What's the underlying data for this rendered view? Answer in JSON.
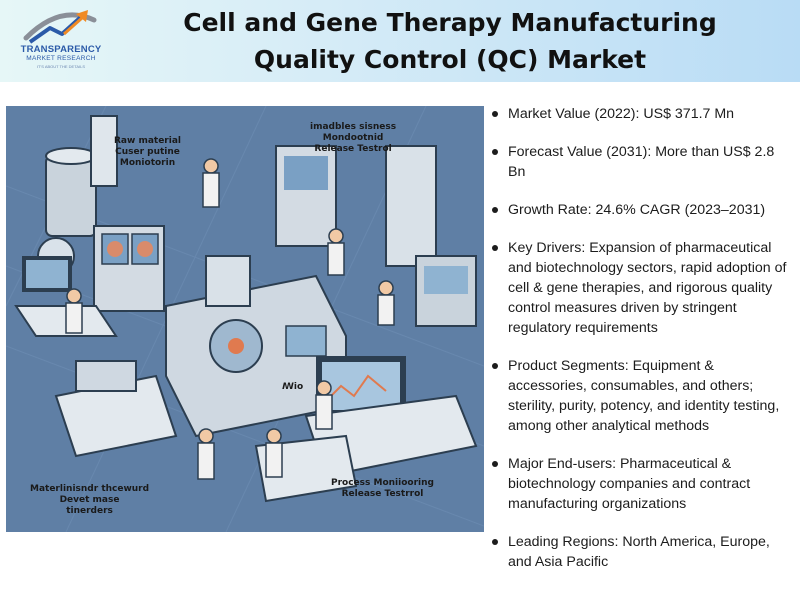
{
  "header": {
    "title": "Cell and Gene Therapy Manufacturing Quality Control (QC) Market",
    "logo": {
      "line1": "TRANSPARENCY",
      "line2": "MARKET RESEARCH",
      "line3": "IT'S ABOUT THE DETAILS",
      "icon": "growth-arrow-logo",
      "colors": {
        "blue": "#2b5aa8",
        "orange": "#f08a24",
        "gray": "#8a8f98"
      }
    }
  },
  "illustration": {
    "background": "#5f7fa5",
    "labels": {
      "raw_material": "Raw material\nCuser putine\nMoniotorin",
      "release": "imadbles sisness\nMondootnid\nRelease Testrol",
      "process": "Process Moniiooring\nRelease Testrrol",
      "material": "Materlinisndr thcewurd\nDevet mase\ntinerders",
      "icon_label": "ꟿio"
    }
  },
  "bullets": [
    "Market Value (2022): US$ 371.7 Mn",
    "Forecast Value (2031): More than US$ 2.8 Bn",
    "Growth Rate: 24.6% CAGR (2023–2031)",
    "Key Drivers: Expansion of pharmaceutical and biotechnology sectors, rapid adoption of cell & gene therapies, and rigorous quality control measures driven by stringent regulatory requirements",
    "Product Segments: Equipment & accessories, consumables, and others; sterility, purity, potency, and identity testing, among other analytical methods",
    "Major End-users: Pharmaceutical & biotechnology companies and contract manufacturing organizations",
    "Leading Regions: North America, Europe, and Asia Pacific"
  ]
}
